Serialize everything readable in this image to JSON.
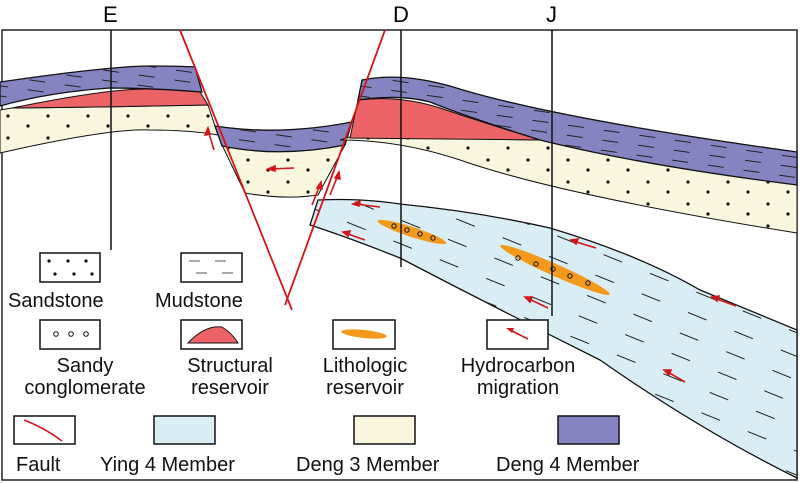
{
  "wells": [
    {
      "label": "E"
    },
    {
      "label": "D"
    },
    {
      "label": "J"
    }
  ],
  "legend": {
    "sandstone": "Sandstone",
    "mudstone": "Mudstone",
    "sandy_conglomerate": [
      "Sandy",
      "conglomerate"
    ],
    "structural_reservoir": [
      "Structural",
      "reservoir"
    ],
    "lithologic_reservoir": [
      "Lithologic",
      "reservoir"
    ],
    "hydrocarbon_migration": [
      "Hydrocarbon",
      "migration"
    ],
    "fault": "Fault",
    "ying4": "Ying 4 Member",
    "deng3": "Deng 3 Member",
    "deng4": "Deng 4 Member"
  },
  "colors": {
    "deng4": "#8583c0",
    "deng3": "#f8f6dc",
    "ying4": "#d9edf4",
    "structural": "#ec6468",
    "lithologic": "#f39a1a",
    "fault": "#d41418"
  }
}
